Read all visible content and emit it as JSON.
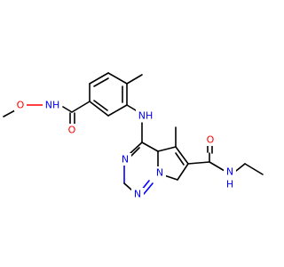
{
  "colors": {
    "background": "#ffffff",
    "carbon": "#000000",
    "nitrogen": "#0000ff",
    "oxygen": "#ff0000"
  },
  "atoms": {
    "a_O_methoxy": "O",
    "a_NH_hydroxamate": "NH",
    "a_O_carbonyl1": "O",
    "a_NH_linker": "NH",
    "a_N_pyrimidine3": "N",
    "a_N_bridge": "N",
    "a_N_pyrimidine1": "N",
    "a_O_carbonyl2": "O",
    "a_N_amide": "N",
    "a_H_amide": "H"
  }
}
